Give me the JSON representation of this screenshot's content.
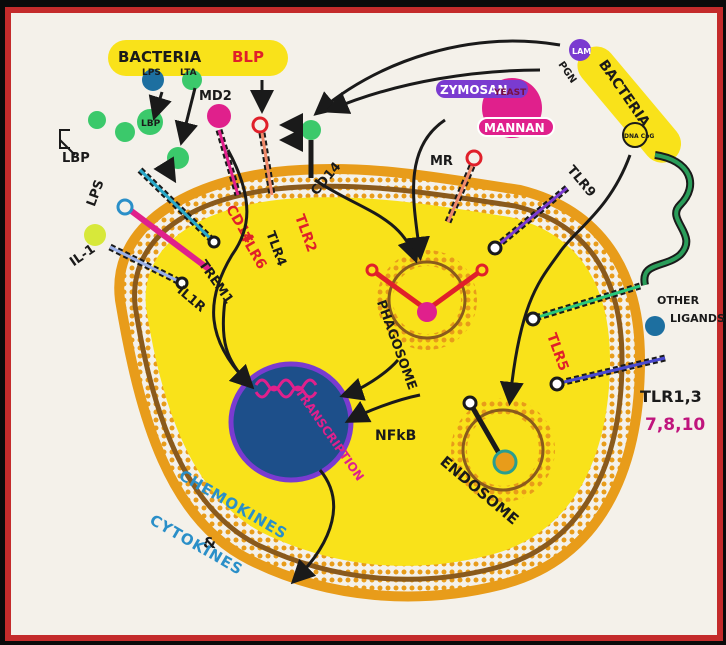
{
  "labels": {
    "bacteria_top": "BACTERIA",
    "blp": "BLP",
    "lps_in_bact": "LPS",
    "lta": "LTA",
    "lbp_ball": "LBP",
    "lbp": "LBP",
    "md2": "MD2",
    "lps_left": "LPS",
    "il1": "IL-1",
    "cd14_left": "CD14",
    "tlr6": "TLR6",
    "trem1": "TREM1",
    "il1r": "IL1R",
    "tlr4": "TLR4",
    "tlr2_red": "TLR2",
    "cd14_top": "CD14",
    "zymosan": "ZYMOSAN",
    "yeast": "YEAST",
    "mannan": "MANNAN",
    "mr": "MR",
    "tlr9": "TLR9",
    "lam": "LAM",
    "pgn": "PGN",
    "bacteria_right": "BACTERIA",
    "dna_cpg": "DNA CpG",
    "phagosome": "PHAGOSOME",
    "tlr5": "TLR5",
    "nfkb": "NFkB",
    "transcription": "TRANSCRIPTION",
    "endosome": "ENDOSOME",
    "other": "OTHER",
    "ligands": "LIGANDS",
    "tlr_list_1": "TLR1,3",
    "tlr_list_2": "7,8,10",
    "chemokines": "CHEMOKINES",
    "amp": "&",
    "cytokines": "CYTOKINES"
  },
  "colors": {
    "cytoplasm": "#f9e21a",
    "membrane_outer": "#e8a317",
    "membrane_inner": "#8a5a1c",
    "nucleus": "#1d4f8a",
    "nucleus_border": "#7a3bd0",
    "frame": "#c42b2b",
    "background": "#f4f1ea"
  }
}
